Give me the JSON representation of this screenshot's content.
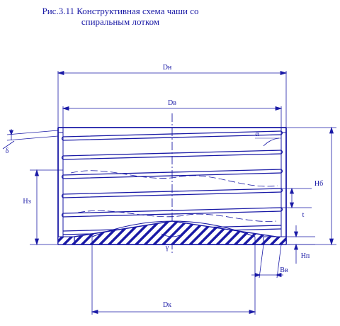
{
  "title": {
    "line1": "Рис.3.11 Конструктивная схема чаши со",
    "line2": "спиральным лотком"
  },
  "labels": {
    "outer_diameter": "Dн",
    "inner_diameter": "Dв",
    "cone_diameter": "Dк",
    "bowl_height": "Hб",
    "tray_height": "Hз",
    "bottom_height": "Hп",
    "tray_step": "t",
    "bottom_width": "Bв",
    "wall_thickness": "δ",
    "helix_angle": "α",
    "cone_angle": "γ"
  },
  "colors": {
    "line": "#1a1aa6",
    "background": "#ffffff"
  }
}
